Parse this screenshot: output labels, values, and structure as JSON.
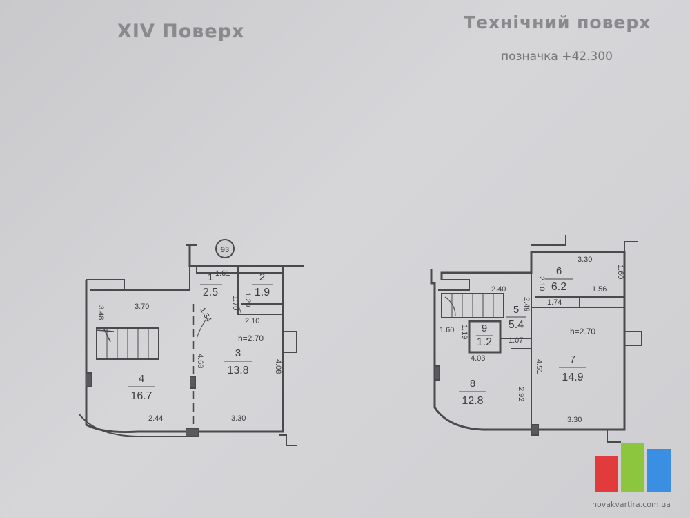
{
  "titles": {
    "left": "XIV Поверх",
    "right": "Технічний поверх",
    "mark": "позначка +42.300"
  },
  "unit_badge": "93",
  "left_plan": {
    "rooms": [
      {
        "num": "1",
        "area": "2.5"
      },
      {
        "num": "2",
        "area": "1.9"
      },
      {
        "num": "3",
        "area": "13.8"
      },
      {
        "num": "4",
        "area": "16.7"
      }
    ],
    "dims": {
      "d161": "1.61",
      "d120": "1.20",
      "d170": "1.70",
      "d134": "1.34",
      "d210": "2.10",
      "d370": "3.70",
      "d348": "3.48",
      "h": "h=2.70",
      "d468": "4.68",
      "d408": "4.08",
      "d244": "2.44",
      "d330": "3.30"
    }
  },
  "right_plan": {
    "rooms": [
      {
        "num": "5",
        "area": "5.4"
      },
      {
        "num": "6",
        "area": "6.2"
      },
      {
        "num": "7",
        "area": "14.9"
      },
      {
        "num": "8",
        "area": "12.8"
      },
      {
        "num": "9",
        "area": "1.2"
      }
    ],
    "dims": {
      "d330top": "3.30",
      "d160r": "1.60",
      "d210": "2.10",
      "d156": "1.56",
      "d174": "1.74",
      "d240": "2.40",
      "d249": "2.49",
      "d160l": "1.60",
      "d119": "1.19",
      "d107": "1.07",
      "h": "h=2.70",
      "d403": "4.03",
      "d451": "4.51",
      "d292": "2.92",
      "d330bot": "3.30"
    }
  },
  "watermark": "novakvartira.com.ua",
  "colors": {
    "wall": "#5a5a5e",
    "line": "#4a4a4e",
    "title": "#8a8a8e",
    "logo_red": "#e23b3b",
    "logo_green": "#8cc63f",
    "logo_blue": "#3b8fe2"
  }
}
